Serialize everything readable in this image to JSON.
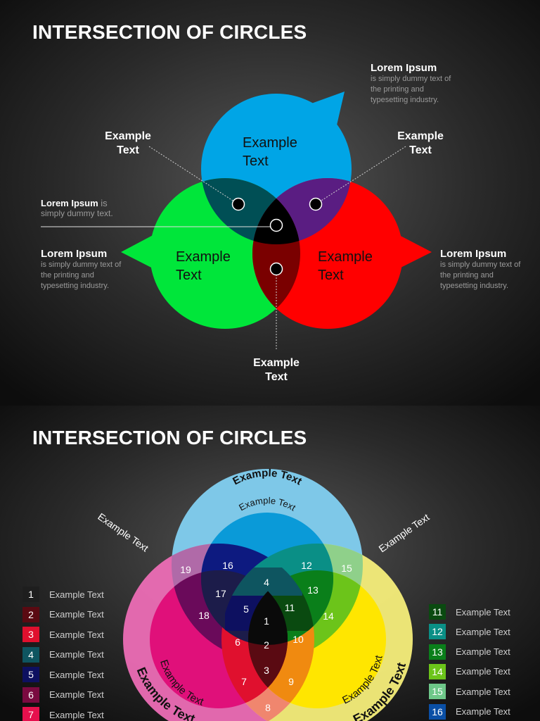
{
  "slide1": {
    "title": "INTERSECTION OF CIRCLES",
    "circles": {
      "blue": {
        "color": "#00a5e6",
        "label": "Example Text"
      },
      "green": {
        "color": "#00e63a",
        "label": "Example Text"
      },
      "red": {
        "color": "#ff0000",
        "label": "Example Text"
      }
    },
    "intersection_colors": {
      "blue_green": "#004f55",
      "blue_red": "#5a1d82",
      "green_red": "#7a0000",
      "center": "#000000"
    },
    "pointer_labels": {
      "top_left": "Example Text",
      "top_right": "Example Text",
      "bottom": "Example Text"
    },
    "callouts": {
      "top_right": {
        "heading": "Lorem Ipsum",
        "body": "is simply dummy text of the printing and typesetting industry."
      },
      "left_mid": {
        "heading": "Lorem Ipsum",
        "suffix": "is",
        "body": "simply dummy text."
      },
      "left": {
        "heading": "Lorem Ipsum",
        "body": "is simply dummy text of the printing and typesetting industry."
      },
      "right": {
        "heading": "Lorem Ipsum",
        "body": "is simply dummy text of the printing and typesetting industry."
      }
    }
  },
  "slide2": {
    "title": "INTERSECTION OF CIRCLES",
    "curved_labels": {
      "top_outer": "Example Text",
      "top_inner": "Example Text",
      "left_rot": "Example Text",
      "right_rot": "Example Text",
      "left_outer": "Example Text",
      "left_inner": "Example Text",
      "right_outer": "Example Text",
      "right_inner": "Example Text"
    },
    "region_numbers": [
      "1",
      "2",
      "3",
      "4",
      "5",
      "6",
      "7",
      "8",
      "9",
      "10",
      "11",
      "12",
      "13",
      "14",
      "15",
      "16",
      "17",
      "18",
      "19"
    ],
    "legend_left": [
      {
        "num": "1",
        "color": "#1e1e1e",
        "text": "Example Text"
      },
      {
        "num": "2",
        "color": "#5a0a12",
        "text": "Example Text"
      },
      {
        "num": "3",
        "color": "#e0102e",
        "text": "Example Text"
      },
      {
        "num": "4",
        "color": "#0e5560",
        "text": "Example Text"
      },
      {
        "num": "5",
        "color": "#0d1060",
        "text": "Example Text"
      },
      {
        "num": "6",
        "color": "#7a0a40",
        "text": "Example Text"
      },
      {
        "num": "7",
        "color": "#e6104d",
        "text": "Example Text"
      }
    ],
    "legend_right": [
      {
        "num": "11",
        "color": "#0a4a10",
        "text": "Example Text"
      },
      {
        "num": "12",
        "color": "#0a8f86",
        "text": "Example Text"
      },
      {
        "num": "13",
        "color": "#0a7f1a",
        "text": "Example Text"
      },
      {
        "num": "14",
        "color": "#6cc41a",
        "text": "Example Text"
      },
      {
        "num": "15",
        "color": "#6ec789",
        "text": "Example Text"
      },
      {
        "num": "16",
        "color": "#0a4fa6",
        "text": "Example Text"
      }
    ]
  }
}
